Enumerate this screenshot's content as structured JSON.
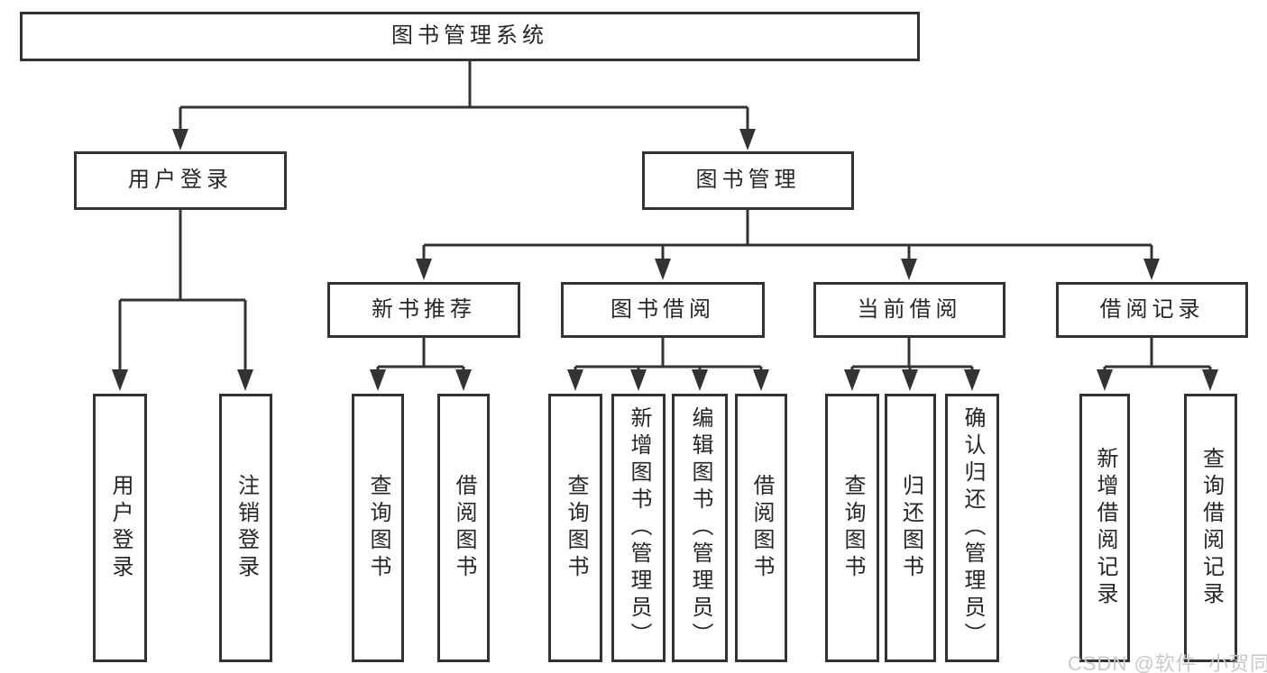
{
  "diagram": {
    "type": "tree",
    "nodes": {
      "root": "图书管理系统",
      "user_login": "用户登录",
      "book_mgmt": "图书管理",
      "user_login_leaf": "用户登录",
      "logout_leaf": "注销登录",
      "new_book_rec": "新书推荐",
      "book_borrow": "图书借阅",
      "current_borrow": "当前借阅",
      "borrow_record": "借阅记录",
      "nb_query": "查询图书",
      "nb_borrow": "借阅图书",
      "bb_query": "查询图书",
      "bb_add": "新增图书（管理员）",
      "bb_edit": "编辑图书（管理员）",
      "bb_borrow": "借阅图书",
      "cb_query": "查询图书",
      "cb_return": "归还图书",
      "cb_confirm": "确认归还（管理员）",
      "br_add": "新增借阅记录",
      "br_query": "查询借阅记录"
    },
    "edges": [
      [
        "root",
        "user_login"
      ],
      [
        "root",
        "book_mgmt"
      ],
      [
        "user_login",
        "user_login_leaf"
      ],
      [
        "user_login",
        "logout_leaf"
      ],
      [
        "book_mgmt",
        "new_book_rec"
      ],
      [
        "book_mgmt",
        "book_borrow"
      ],
      [
        "book_mgmt",
        "current_borrow"
      ],
      [
        "book_mgmt",
        "borrow_record"
      ],
      [
        "new_book_rec",
        "nb_query"
      ],
      [
        "new_book_rec",
        "nb_borrow"
      ],
      [
        "book_borrow",
        "bb_query"
      ],
      [
        "book_borrow",
        "bb_add"
      ],
      [
        "book_borrow",
        "bb_edit"
      ],
      [
        "book_borrow",
        "bb_borrow"
      ],
      [
        "current_borrow",
        "cb_query"
      ],
      [
        "current_borrow",
        "cb_return"
      ],
      [
        "current_borrow",
        "cb_confirm"
      ],
      [
        "borrow_record",
        "br_add"
      ],
      [
        "borrow_record",
        "br_query"
      ]
    ]
  },
  "watermark": "CSDN @软件_小贺同学",
  "colors": {
    "line": "#333333",
    "box_border": "#333333",
    "text": "#262626",
    "watermark": "#c6c9cd",
    "background": "#ffffff"
  }
}
